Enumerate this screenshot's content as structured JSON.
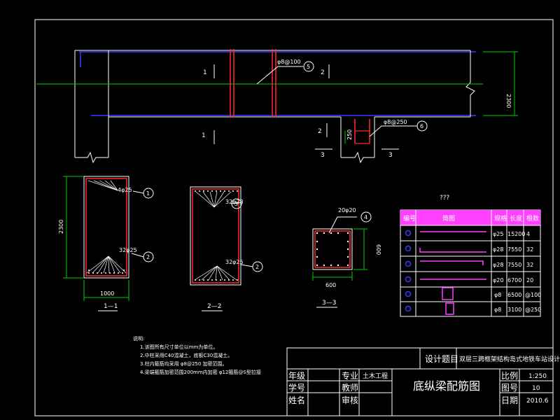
{
  "plan": {
    "sec_1": "1",
    "sec_2": "2",
    "sec_3": "3",
    "stirrup_5": "φ8@100",
    "stirrup_6": "φ8@250",
    "height_dim": "2300",
    "stub_dim": "250",
    "marker_5": "5",
    "marker_6": "6"
  },
  "section_1_1": {
    "title": "1—1",
    "top_bars": "4φ25",
    "bottom_bars": "32φ25",
    "height": "2300",
    "width": "1000",
    "marker_top": "1",
    "marker_bottom": "2"
  },
  "section_2_2": {
    "title": "2—2",
    "top_bars": "32φ28",
    "bottom_bars": "32φ25",
    "marker_top": "3",
    "marker_bottom": "2"
  },
  "section_3_3": {
    "title": "3—3",
    "bars": "20φ20",
    "height": "600",
    "width": "600",
    "marker": "4"
  },
  "rebar_table": {
    "caption": "???",
    "headers": [
      "编号",
      "简图",
      "规格",
      "长度",
      "根数"
    ],
    "rows": [
      {
        "spec": "φ25",
        "length": "15200",
        "count": "4"
      },
      {
        "spec": "φ28",
        "length": "7550",
        "count": "32"
      },
      {
        "spec": "φ28",
        "length": "7550",
        "count": "32"
      },
      {
        "spec": "φ20",
        "length": "6700",
        "count": "20"
      },
      {
        "spec": "φ8",
        "length": "6500",
        "count": "@100"
      },
      {
        "spec": "φ8",
        "length": "3100",
        "count": "@250"
      }
    ]
  },
  "notes": {
    "heading": "说明:",
    "lines": [
      "1.该图所有尺寸单位以mm为单位。",
      "2.中柱采用C40混凝土，底板C30混凝土。",
      "3.柱内箍筋均采用 φ8@250 加密范围。",
      "4.梁端箍筋加密范围200mm内加密 φ12箍筋@S型拉接"
    ]
  },
  "title_block": {
    "design_topic_label": "设计题目",
    "design_topic": "双层三跨框架结构岛式地铁车站设计",
    "grade_label": "年级",
    "major_label": "专业",
    "major_value": "土木工程",
    "student_id_label": "学号",
    "teacher_label": "教师",
    "name_label": "姓名",
    "review_label": "审核",
    "drawing_title": "底纵梁配筋图",
    "scale_label": "比例",
    "scale_value": "1:250",
    "sheet_label": "图号",
    "sheet_value": "10",
    "date_label": "日期",
    "date_value": "2010.6"
  },
  "colors": {
    "background": "#000000",
    "frame": "#ffffff",
    "dimension": "#00cc00",
    "rebar": "#ff2a2a",
    "beam_line": "#3a3aff",
    "shape_magenta": "#ff40ff",
    "leader": "#ffffff"
  }
}
